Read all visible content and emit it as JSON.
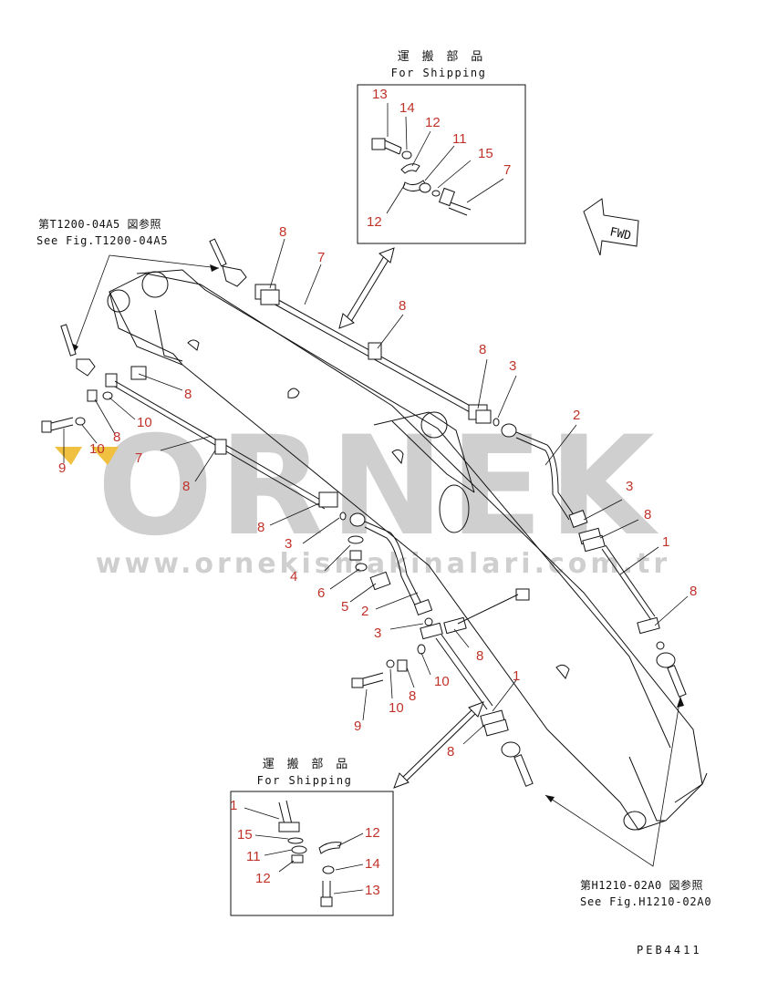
{
  "header": {
    "title_jp": "運 搬 部 品",
    "title_en": "For Shipping"
  },
  "refs": {
    "top_left_jp": "第T1200-04A5 図参照",
    "top_left_en": "See Fig.T1200-04A5",
    "bottom_right_jp": "第H1210-02A0 図参照",
    "bottom_right_en": "See Fig.H1210-02A0"
  },
  "lower_box": {
    "title_jp": "運 搬 部 品",
    "title_en": "For Shipping"
  },
  "fwd_label": "FWD",
  "watermark": {
    "brand": "ORNEK",
    "url": "www.ornekismakinalari.com.tr",
    "color": "#d4d4d4",
    "accent": "#f0c040"
  },
  "doc_code": "PEB4411",
  "callout_color": "#c0332b",
  "callouts": {
    "top_box": [
      "13",
      "14",
      "12",
      "11",
      "15",
      "7",
      "12"
    ],
    "main": [
      "8",
      "7",
      "8",
      "8",
      "3",
      "2",
      "8",
      "10",
      "8",
      "9",
      "10",
      "7",
      "8",
      "3",
      "8",
      "1",
      "8",
      "8",
      "3",
      "4",
      "6",
      "5",
      "2",
      "3",
      "8",
      "10",
      "8",
      "10",
      "9",
      "1",
      "8"
    ],
    "bottom_box": [
      "1",
      "15",
      "11",
      "12",
      "12",
      "14",
      "13"
    ]
  }
}
